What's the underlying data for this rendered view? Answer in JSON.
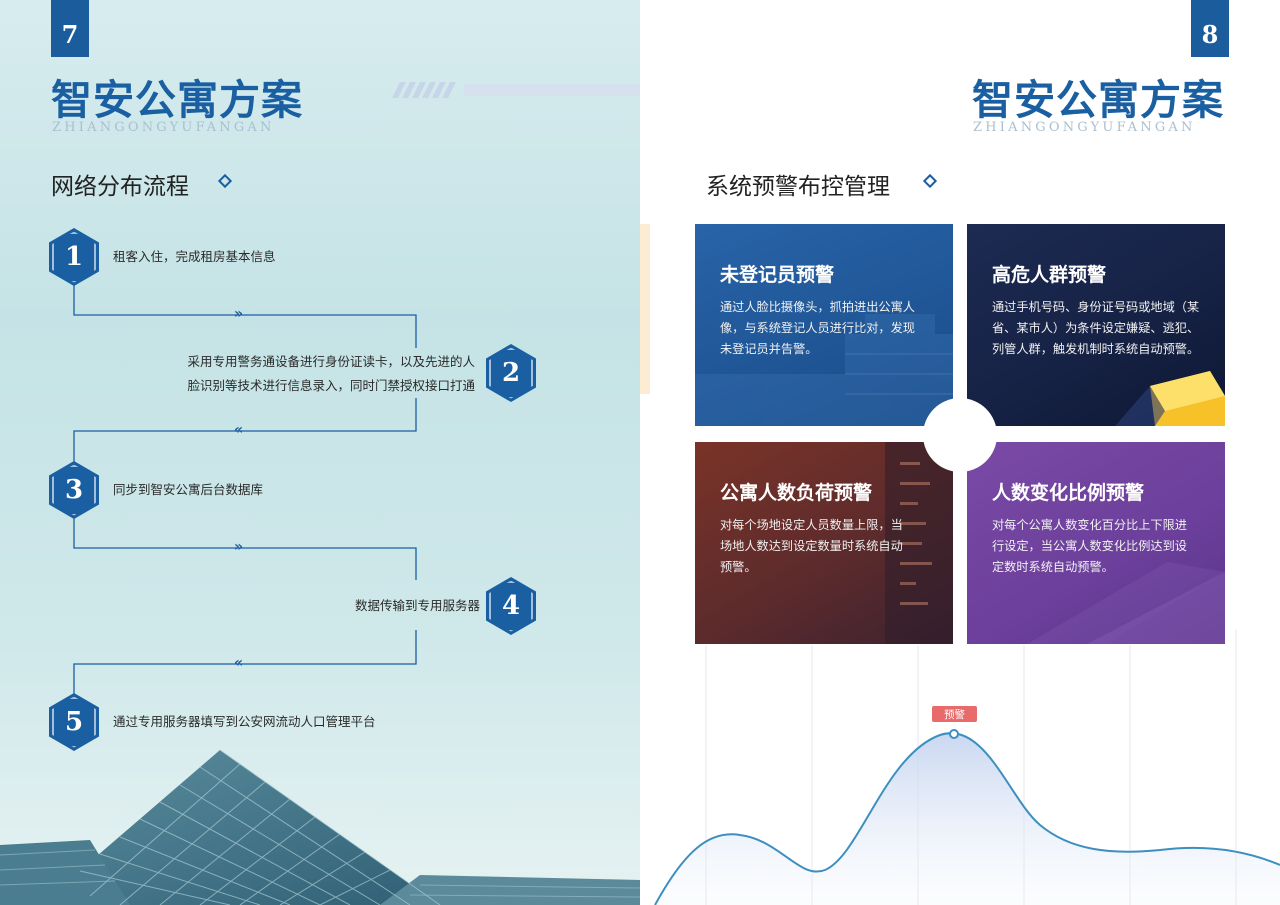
{
  "left_page": {
    "page_number": "7",
    "title": "智安公寓方案",
    "subtitle": "ZHIANGONGYUFANGAN",
    "section_title": "网络分布流程",
    "steps": [
      {
        "num": "1",
        "text": "租客入住，完成租房基本信息"
      },
      {
        "num": "2",
        "text_line1": "采用专用警务通设备进行身份证读卡，以及先进的人",
        "text_line2": "脸识别等技术进行信息录入，同时门禁授权接口打通"
      },
      {
        "num": "3",
        "text": "同步到智安公寓后台数据库"
      },
      {
        "num": "4",
        "text": "数据传输到专用服务器"
      },
      {
        "num": "5",
        "text": "通过专用服务器填写到公安网流动人口管理平台"
      }
    ],
    "arrow_right": "»",
    "arrow_left": "«"
  },
  "right_page": {
    "page_number": "8",
    "title": "智安公寓方案",
    "subtitle": "ZHIANGONGYUFANGAN",
    "section_title": "系统预警布控管理",
    "cards": [
      {
        "title": "未登记员预警",
        "line1": "通过人脸比摄像头，抓拍进出公寓人",
        "line2": "像，与系统登记人员进行比对，发现",
        "line3": "未登记员并告警。"
      },
      {
        "title": "高危人群预警",
        "line1": "通过手机号码、身份证号码或地域（某",
        "line2": "省、某市人）为条件设定嫌疑、逃犯、",
        "line3": "列管人群，触发机制时系统自动预警。"
      },
      {
        "title": "公寓人数负荷预警",
        "line1": "对每个场地设定人员数量上限，当",
        "line2": "场地人数达到设定数量时系统自动",
        "line3": "预警。"
      },
      {
        "title": "人数变化比例预警",
        "line1": "对每个公寓人数变化百分比上下限进",
        "line2": "行设定，当公寓人数变化比例达到设",
        "line3": "定数时系统自动预警。"
      }
    ],
    "warning_tag": "预警"
  },
  "colors": {
    "brand_blue": "#1a5fa2",
    "warning_red": "#e86a6a",
    "card_blue": "#2864a8",
    "card_navy": "#162245",
    "card_maroon": "#5d2b2c",
    "card_purple": "#6b3f9b"
  }
}
